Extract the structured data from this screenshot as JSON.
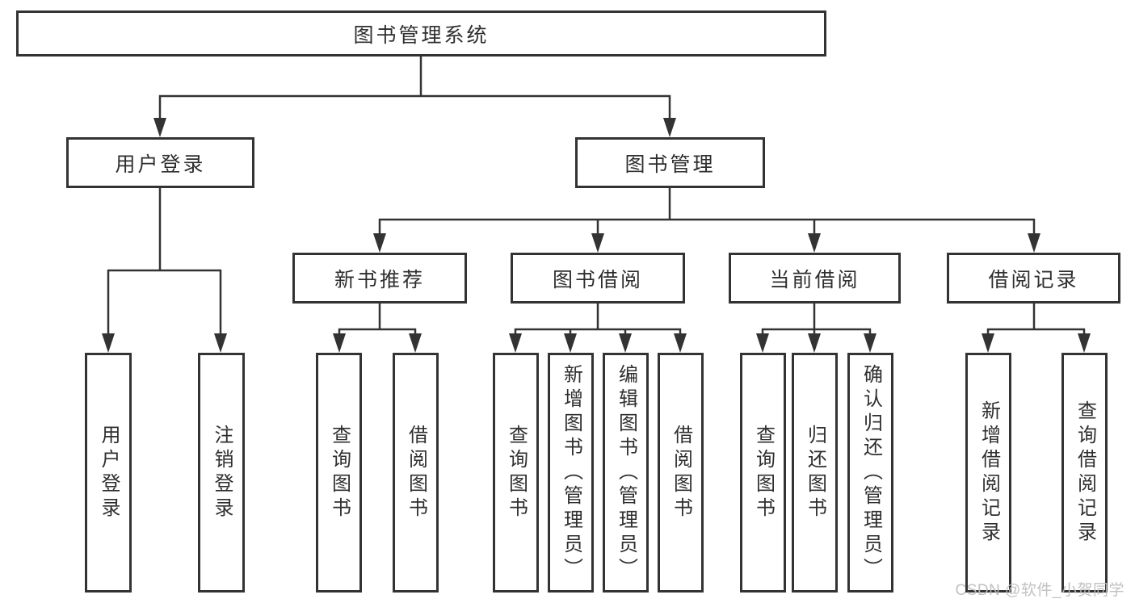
{
  "diagram": {
    "root": {
      "label": "图书管理系统"
    },
    "branches": [
      {
        "label": "用户登录",
        "children": [
          {
            "label": "用户登录"
          },
          {
            "label": "注销登录"
          }
        ]
      },
      {
        "label": "图书管理",
        "children": [
          {
            "label": "新书推荐",
            "children": [
              {
                "label": "查询图书"
              },
              {
                "label": "借阅图书"
              }
            ]
          },
          {
            "label": "图书借阅",
            "children": [
              {
                "label": "查询图书"
              },
              {
                "label": "新增图书（管理员）"
              },
              {
                "label": "编辑图书（管理员）"
              },
              {
                "label": "借阅图书"
              }
            ]
          },
          {
            "label": "当前借阅",
            "children": [
              {
                "label": "查询图书"
              },
              {
                "label": "归还图书"
              },
              {
                "label": "确认归还（管理员）"
              }
            ]
          },
          {
            "label": "借阅记录",
            "children": [
              {
                "label": "新增借阅记录"
              },
              {
                "label": "查询借阅记录"
              }
            ]
          }
        ]
      }
    ]
  },
  "watermark": {
    "text": "CSDN @软件_小贺同学"
  },
  "colors": {
    "line": "#333333",
    "box_border": "#333333",
    "box_fill": "#ffffff",
    "text": "#2f2f2f",
    "watermark": "#bebebe",
    "background": "#ffffff"
  }
}
